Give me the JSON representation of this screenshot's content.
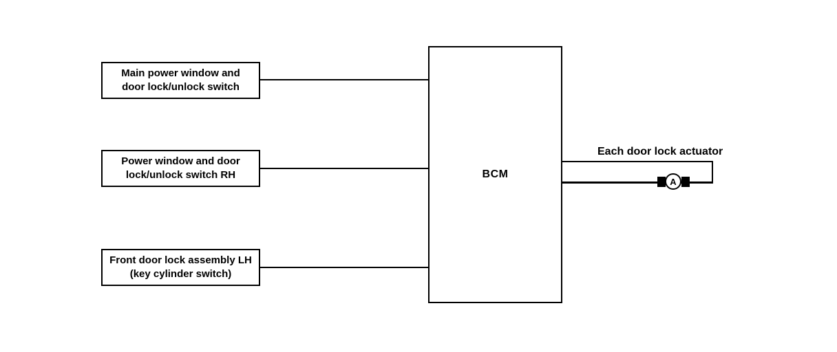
{
  "diagram": {
    "background_color": "#ffffff",
    "line_color": "#000000",
    "input_boxes": [
      {
        "id": "main-power-window-switch",
        "label": "Main power window and\ndoor lock/unlock switch"
      },
      {
        "id": "power-window-switch-rh",
        "label": "Power window and door\nlock/unlock switch RH"
      },
      {
        "id": "front-door-lock-assembly-lh",
        "label": "Front door lock assembly LH\n(key cylinder switch)"
      }
    ],
    "bcm": {
      "label": "BCM"
    },
    "actuator": {
      "label": "Each door lock actuator",
      "symbol_letter": "A"
    }
  }
}
